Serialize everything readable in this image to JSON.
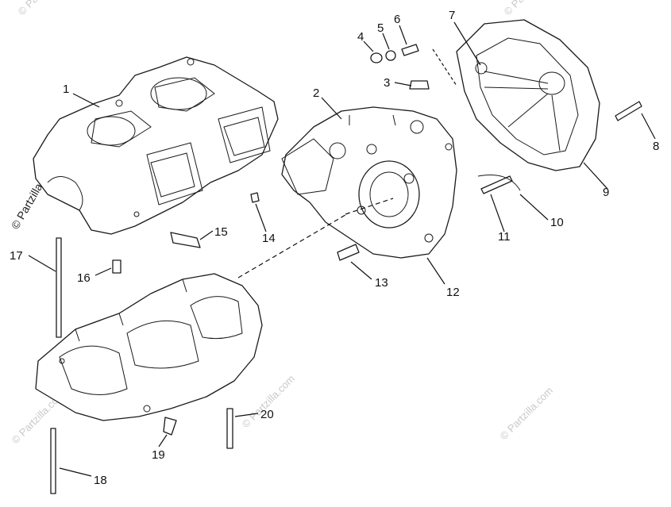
{
  "watermark": {
    "text": "© Partzilla.com",
    "color": "#c9c9c9"
  },
  "labels": {
    "p1": "1",
    "p2": "2",
    "p3": "3",
    "p4": "4",
    "p5": "5",
    "p6": "6",
    "p7": "7",
    "p8": "8",
    "p9": "9",
    "p10": "10",
    "p11": "11",
    "p12": "12",
    "p13": "13",
    "p14": "14",
    "p15": "15",
    "p16": "16",
    "p17": "17",
    "p18": "18",
    "p19": "19",
    "p20": "20"
  }
}
